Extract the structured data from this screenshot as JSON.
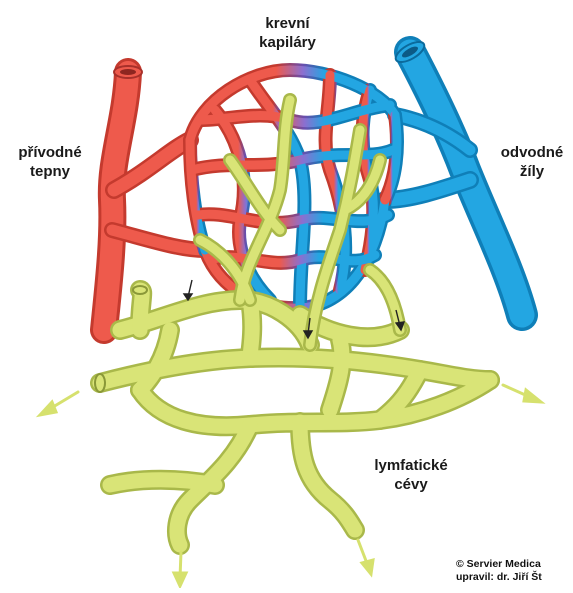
{
  "labels": {
    "capillaries": [
      "krevní",
      "kapiláry"
    ],
    "arteries": [
      "přívodné",
      "tepny"
    ],
    "veins": [
      "odvodné",
      "žíly"
    ],
    "lymph": [
      "lymfatické",
      "cévy"
    ]
  },
  "credit": [
    "© Servier Medica",
    "upravil: dr. Jiří Št"
  ],
  "colors": {
    "artery": "#ee5a4c",
    "artery_dark": "#c43a2e",
    "vein": "#23a6e2",
    "vein_dark": "#0f7fb8",
    "lymph": "#d9e477",
    "lymph_dark": "#a9b84a",
    "arrow": "#d6e16e"
  },
  "icons": [
    "flow-arrow-icon"
  ]
}
